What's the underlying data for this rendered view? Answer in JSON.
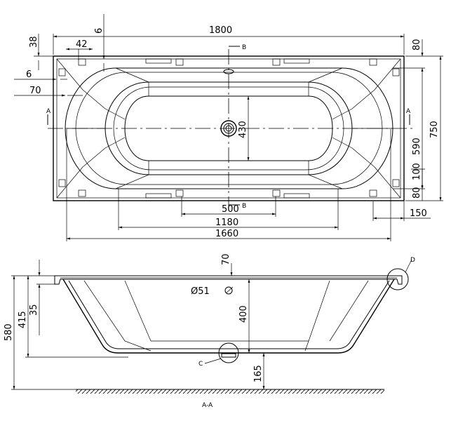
{
  "plan_view": {
    "dimensions": {
      "overall_length": "1800",
      "overall_width": "750",
      "inner_length": "1660",
      "bottom_length": "1180",
      "drain_spacing": "500",
      "bottom_width": "430",
      "inner_width": "590",
      "corner_offset_100": "100",
      "rim_top": "80",
      "rim_bottom": "80",
      "rim_left": "38",
      "offset_6_top": "6",
      "offset_6_left": "6",
      "foot_spacing": "42",
      "foot_offset": "70",
      "side_150": "150"
    },
    "section_marks": {
      "a_left": "A",
      "a_right": "A",
      "b_top": "B",
      "b_bottom": "B"
    }
  },
  "section_view": {
    "dimensions": {
      "total_height": "580",
      "height_415": "415",
      "height_35": "35",
      "rim_70": "70",
      "depth_400": "400",
      "floor_165": "165",
      "overflow_diameter": "Ø51"
    },
    "detail_marks": {
      "c": "C",
      "d": "D"
    },
    "section_title": "A-A"
  }
}
